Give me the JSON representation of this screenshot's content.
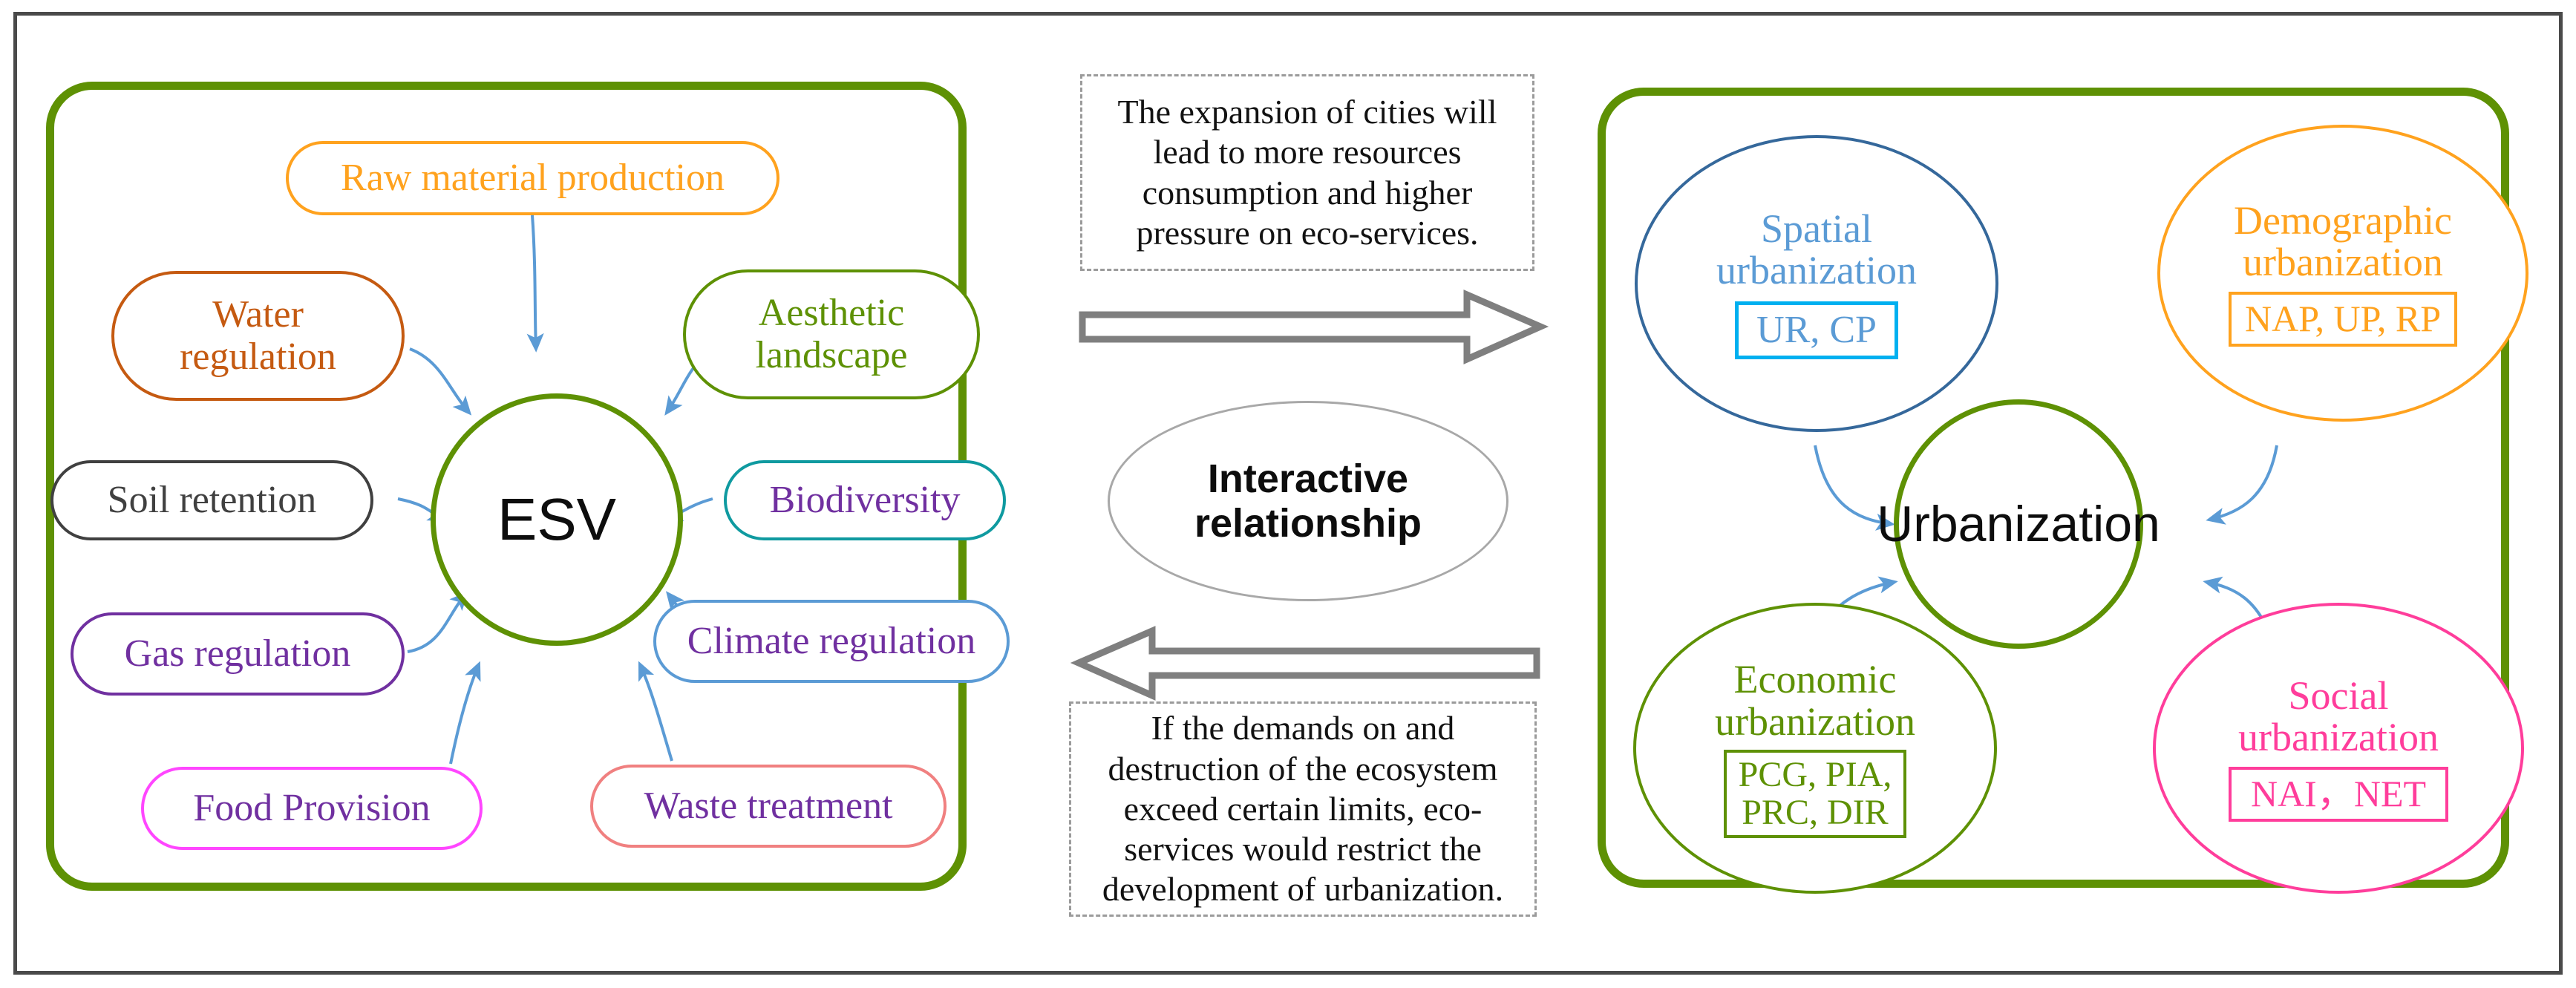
{
  "diagram": {
    "title_hidden": "",
    "colors": {
      "panel_green": "#5e9104",
      "arrow_blue": "#5b9bd5",
      "block_arrow_gray": "#7f7f7f",
      "frame_gray": "#4a4a4a"
    }
  },
  "esv_panel": {
    "core_label": "ESV",
    "nodes": [
      {
        "label": "Raw material production",
        "border": "#ffa21e",
        "text": "#ffa21e"
      },
      {
        "label": "Water\nregulation",
        "border": "#c55a11",
        "text": "#c55a11"
      },
      {
        "label": "Soil retention",
        "border": "#404040",
        "text": "#404040"
      },
      {
        "label": "Gas regulation",
        "border": "#7030a0",
        "text": "#7030a0"
      },
      {
        "label": "Food Provision",
        "border": "#ff46ff",
        "text": "#7030a0"
      },
      {
        "label": "Aesthetic\nlandscape",
        "border": "#5e9104",
        "text": "#5e9104"
      },
      {
        "label": "Biodiversity",
        "border": "#0f9aa0",
        "text": "#7030a0"
      },
      {
        "label": "Climate regulation",
        "border": "#5b9bd5",
        "text": "#7030a0"
      },
      {
        "label": "Waste treatment",
        "border": "#f08080",
        "text": "#7030a0"
      }
    ]
  },
  "center": {
    "top_note": "The expansion of cities will lead to more resources consumption and higher pressure on eco-services.",
    "bottom_note": "If the demands on and destruction of the ecosystem exceed certain limits, eco-services would restrict the development of urbanization.",
    "relationship_label": "Interactive\nrelationship",
    "arrow_right_name": "right-block-arrow",
    "arrow_left_name": "left-block-arrow"
  },
  "urbanization_panel": {
    "core_label": "Urbanization",
    "nodes": [
      {
        "title": "Spatial\nurbanization",
        "indicators": "UR, CP",
        "ellipse_border": "#35689b",
        "text": "#5b9bd5",
        "box_border": "#00b0f0"
      },
      {
        "title": "Demographic\nurbanization",
        "indicators": "NAP, UP, RP",
        "ellipse_border": "#ffa21e",
        "text": "#ffa21e",
        "box_border": "#ffa21e"
      },
      {
        "title": "Economic\nurbanization",
        "indicators": "PCG, PIA,\nPRC, DIR",
        "ellipse_border": "#5e9104",
        "text": "#5e9104",
        "box_border": "#5e9104"
      },
      {
        "title": "Social\nurbanization",
        "indicators": "NAI，NET",
        "ellipse_border": "#ff3d9b",
        "text": "#ff3d9b",
        "box_border": "#ff3d9b"
      }
    ]
  }
}
